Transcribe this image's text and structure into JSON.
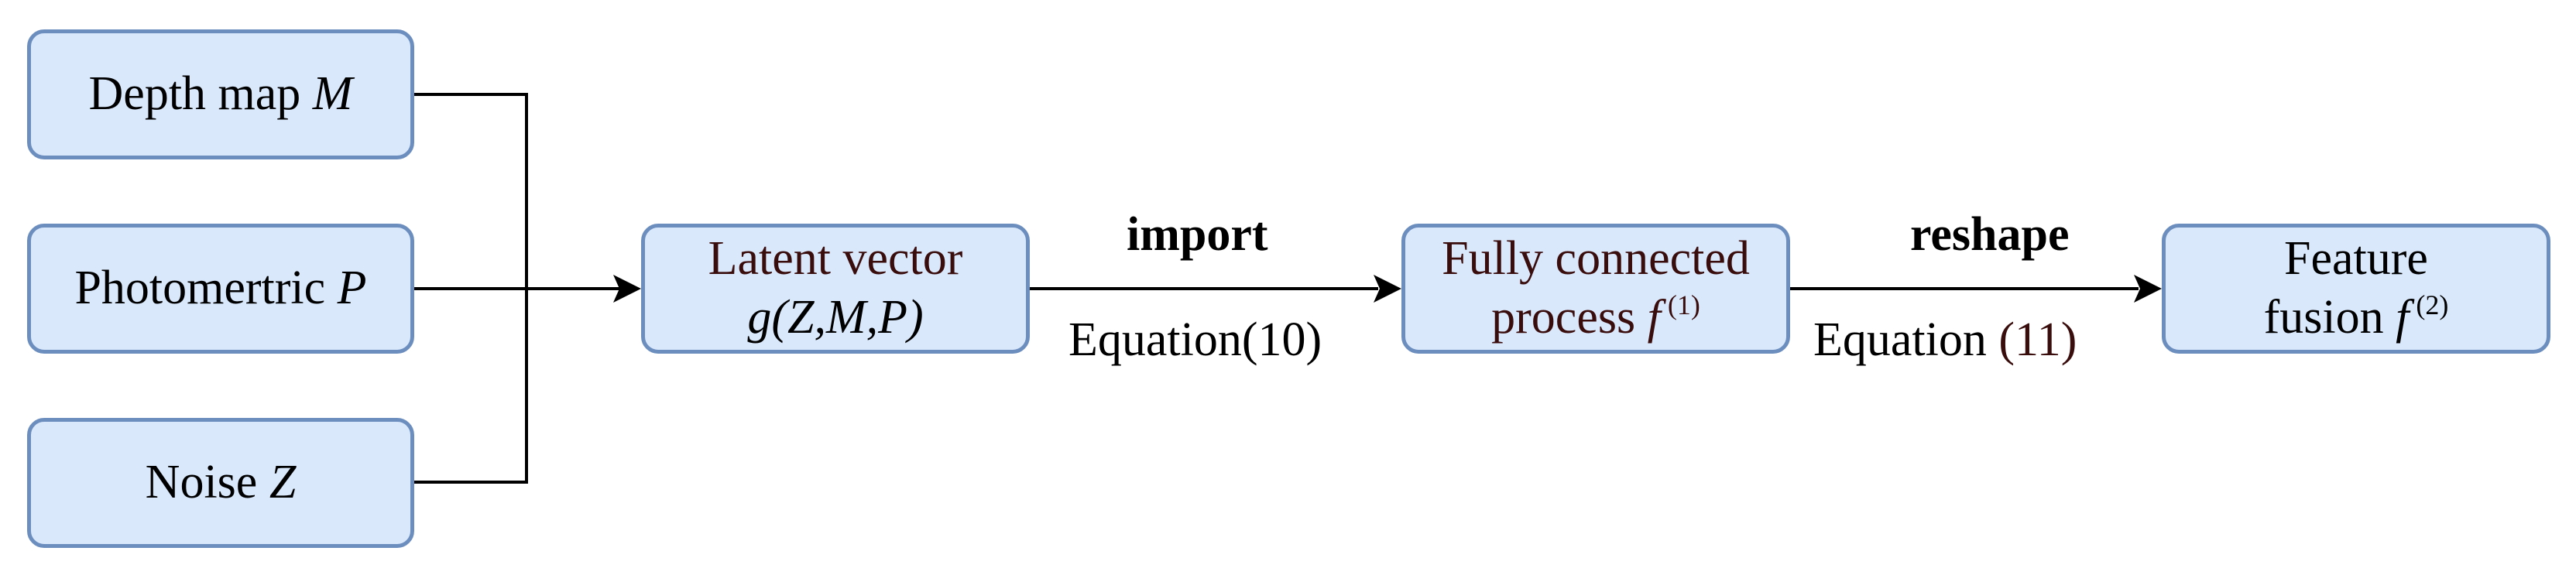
{
  "inputs": {
    "depth": {
      "label": "Depth map ",
      "var": "M"
    },
    "photo": {
      "label": "Photomertric ",
      "var": "P"
    },
    "noise": {
      "label": "Noise ",
      "var": "Z"
    }
  },
  "latent": {
    "line1": "Latent vector",
    "fn": "g",
    "args": "(Z,M,P)"
  },
  "fc": {
    "line1": "Fully connected",
    "line2": "process ",
    "fn": "f",
    "sup": " (1)"
  },
  "fusion": {
    "line1": "Feature",
    "line2": "fusion ",
    "fn": "f",
    "sup": " (2)"
  },
  "edge1": {
    "top": "import",
    "bottom": "Equation(10)"
  },
  "edge2": {
    "top": "reshape",
    "bottom_prefix": "Equation ",
    "bottom_num": "(11)"
  },
  "colors": {
    "box_fill": "#dae8fc",
    "box_border": "#6c8ebf",
    "dark_text": "#3a0d0d"
  }
}
